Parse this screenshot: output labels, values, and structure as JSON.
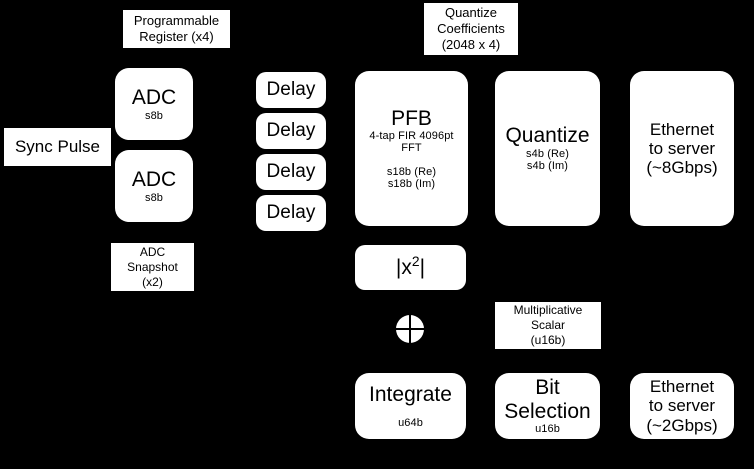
{
  "diagram": {
    "title": "FPGA digital signal processing chain block diagram",
    "background_color": "#000000",
    "block_color": "#ffffff",
    "text_color": "#000000"
  },
  "labels": {
    "programmable_register": {
      "line1": "Programmable",
      "line2": "Register (x4)"
    },
    "quantize_coefficients": {
      "line1": "Quantize",
      "line2": "Coefficients",
      "line3": "(2048 x 4)"
    },
    "multiplicative_scalar": {
      "line1": "Multiplicative",
      "line2": "Scalar",
      "line3": "(u16b)"
    }
  },
  "blocks": {
    "sync_pulse": {
      "title": "Sync Pulse"
    },
    "adc_1": {
      "title": "ADC",
      "sub": "s8b"
    },
    "adc_2": {
      "title": "ADC",
      "sub": "s8b"
    },
    "adc_snapshot": {
      "line1": "ADC",
      "line2": "Snapshot",
      "line3": "(x2)"
    },
    "delays": [
      {
        "title": "Delay"
      },
      {
        "title": "Delay"
      },
      {
        "title": "Delay"
      },
      {
        "title": "Delay"
      }
    ],
    "pfb": {
      "title": "PFB",
      "sub1": "4-tap FIR 4096pt",
      "sub2": "FFT",
      "sub3": "s18b (Re)",
      "sub4": "s18b (Im)"
    },
    "quantize": {
      "title": "Quantize",
      "sub1": "s4b (Re)",
      "sub2": "s4b (Im)"
    },
    "ethernet_8gbps": {
      "line1": "Ethernet",
      "line2": "to server",
      "line3": "(~8Gbps)"
    },
    "magnitude_squared": {
      "title_prefix": "|x",
      "title_exponent": "2",
      "title_suffix": "|"
    },
    "adder": {
      "symbol_name": "summation-circle"
    },
    "integrate": {
      "title": "Integrate",
      "sub": "u64b"
    },
    "bit_selection": {
      "line1": "Bit",
      "line2": "Selection",
      "sub": "u16b"
    },
    "ethernet_2gbps": {
      "line1": "Ethernet",
      "line2": "to server",
      "line3": "(~2Gbps)"
    }
  }
}
